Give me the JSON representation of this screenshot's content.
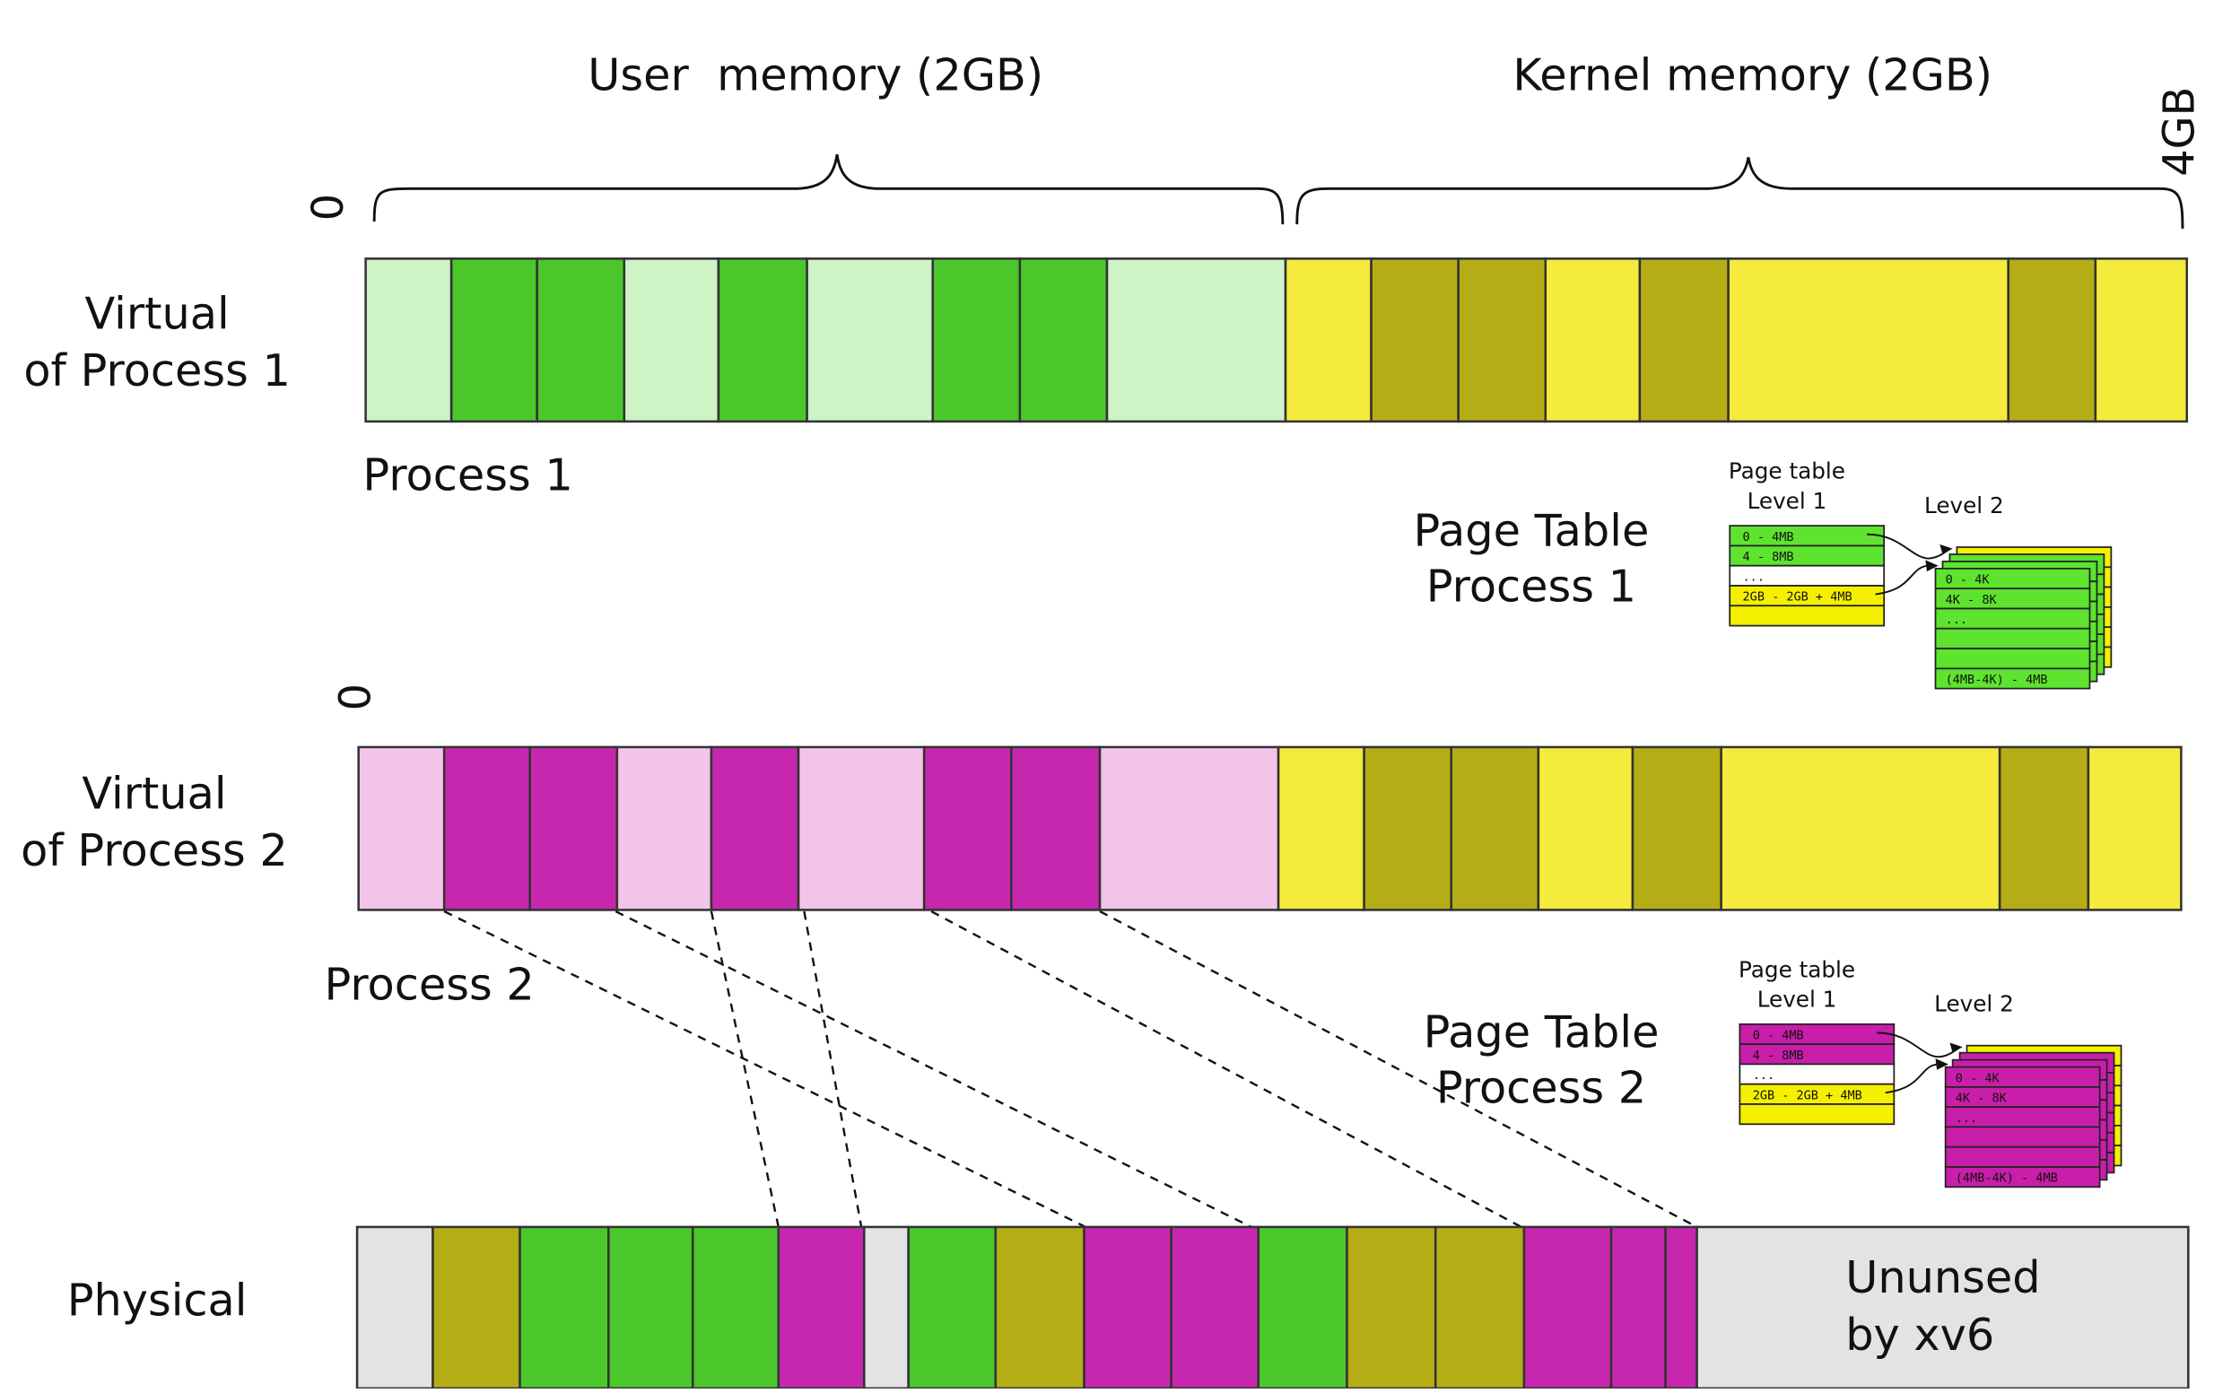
{
  "colors": {
    "user_light_green": "#cdf3c7",
    "user_green": "#4bc72b",
    "kernel_yellow": "#f5eb3c",
    "kernel_olive": "#b5ad16",
    "user_light_pink": "#f2c4ea",
    "user_magenta": "#c727ae",
    "unused_gray": "#e3e3e3",
    "pt_green": "#5ee32e",
    "pt_yellow": "#f5f000",
    "pt_magenta": "#c81eaa",
    "border": "#333333"
  },
  "header": {
    "user_memory": "User  memory (2GB)",
    "kernel_memory": "Kernel memory (2GB)",
    "addr_zero": "0",
    "addr_4gb": "4GB"
  },
  "process1": {
    "row_label": [
      "Virtual",
      "of Process 1"
    ],
    "process_label": "Process 1",
    "addr_zero": "0",
    "blocks": [
      "user_light_green",
      "user_green",
      "user_green",
      "user_light_green",
      "user_green",
      "user_light_green",
      "user_green",
      "user_green",
      "user_light_green",
      "kernel_yellow",
      "kernel_olive",
      "kernel_olive",
      "kernel_yellow",
      "kernel_olive",
      "kernel_yellow",
      "kernel_olive",
      "kernel_yellow"
    ],
    "page_table": {
      "title": [
        "Page Table",
        "Process 1"
      ],
      "level1_title": [
        "Page table",
        "Level 1"
      ],
      "level1_rows": [
        "0 - 4MB",
        "4 - 8MB",
        "...",
        "2GB - 2GB + 4MB",
        ""
      ],
      "level2_title": "Level 2",
      "level2_rows": [
        "0 - 4K",
        "4K - 8K",
        "...",
        "",
        "(4MB-4K) - 4MB"
      ]
    }
  },
  "process2": {
    "row_label": [
      "Virtual",
      "of Process 2"
    ],
    "process_label": "Process 2",
    "addr_zero": "0",
    "blocks": [
      "user_light_pink",
      "user_magenta",
      "user_magenta",
      "user_light_pink",
      "user_magenta",
      "user_light_pink",
      "user_magenta",
      "user_magenta",
      "user_light_pink",
      "kernel_yellow",
      "kernel_olive",
      "kernel_olive",
      "kernel_yellow",
      "kernel_olive",
      "kernel_yellow",
      "kernel_olive",
      "kernel_yellow"
    ],
    "page_table": {
      "title": [
        "Page Table",
        "Process 2"
      ],
      "level1_title": [
        "Page table",
        "Level 1"
      ],
      "level1_rows": [
        "0 - 4MB",
        "4 - 8MB",
        "...",
        "2GB - 2GB + 4MB",
        ""
      ],
      "level2_title": "Level 2",
      "level2_rows": [
        "0 - 4K",
        "4K - 8K",
        "...",
        "",
        "(4MB-4K) - 4MB"
      ]
    }
  },
  "physical": {
    "row_label": "Physical",
    "unused_label": [
      "Ununsed",
      "by xv6"
    ],
    "blocks": [
      "unused_gray",
      "kernel_olive",
      "user_green",
      "user_green",
      "user_green",
      "user_magenta",
      "unused_gray",
      "user_green",
      "kernel_olive",
      "user_magenta",
      "user_magenta",
      "user_green",
      "kernel_olive",
      "kernel_olive",
      "user_magenta",
      "user_magenta",
      "user_magenta",
      "unused_gray"
    ]
  }
}
